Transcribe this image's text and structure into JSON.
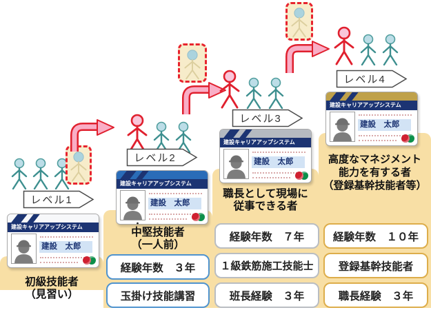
{
  "card": {
    "system_name": "建設キャリアアップシステム",
    "holder_name": "建設　太郎"
  },
  "levels": [
    {
      "label": "レベル1",
      "description": [
        "初級技能者",
        "（見習い）"
      ],
      "requirements": [],
      "card_strip_color": "#f7f8fa",
      "req_border_color": ""
    },
    {
      "label": "レベル2",
      "note_dot": "・",
      "description": [
        "中堅技能者",
        "（一人前）"
      ],
      "requirements": [
        "経験年数　３年",
        "玉掛け技能講習"
      ],
      "card_strip_color": "#2a6cb8",
      "req_border_color": "#4f93ce"
    },
    {
      "label": "レベル3",
      "description": [
        "職長として現場に",
        "従事できる者"
      ],
      "requirements": [
        "経験年数　７年",
        "１級鉄筋施工技能士",
        "班長経験　３年"
      ],
      "card_strip_color": "#b5bac1",
      "req_border_color": "#b9bdc2"
    },
    {
      "label": "レベル4",
      "description": [
        "高度なマネジメント",
        "能力を有する者",
        "（登録基幹技能者等）"
      ],
      "requirements": [
        "経験年数　１０年",
        "登録基幹技能者",
        "職長経験　３年"
      ],
      "card_strip_color": "#bfa14a",
      "req_border_color": "#ddad4a"
    }
  ],
  "colors": {
    "step_fill": "#f8dfa5",
    "card_band_navy": "#1c3473",
    "figure_teal": "#3d8f8f",
    "figure_red": "#e0202e",
    "arrow_pink": "#f9aec6",
    "dashed_box_red": "#e8232e",
    "dashed_box_fill": "#f7ecca"
  }
}
